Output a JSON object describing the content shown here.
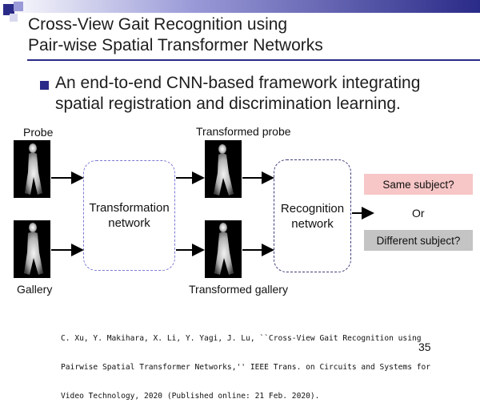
{
  "slide": {
    "title_line1": "Cross-View Gait Recognition using",
    "title_line2": "Pair-wise Spatial Transformer Networks",
    "bullet_line1": "An end-to-end CNN-based framework integrating",
    "bullet_line2": "spatial registration and discrimination learning.",
    "page_number": "35"
  },
  "diagram": {
    "probe_label": "Probe",
    "gallery_label": "Gallery",
    "transformed_probe_label": "Transformed probe",
    "transformed_gallery_label": "Transformed gallery",
    "transformation_network_line1": "Transformation",
    "transformation_network_line2": "network",
    "recognition_network_line1": "Recognition",
    "recognition_network_line2": "network",
    "output_same": "Same subject?",
    "output_or": "Or",
    "output_different": "Different subject?",
    "colors": {
      "same_box": "#f7c6c6",
      "different_box": "#c4c4c4",
      "transformation_border": "#7b7bd6",
      "recognition_border": "#3c3c78"
    }
  },
  "reference": {
    "line1": "C. Xu, Y. Makihara, X. Li, Y. Yagi, J. Lu, ``Cross-View Gait Recognition using",
    "line2": "Pairwise Spatial Transformer Networks,'' IEEE Trans. on Circuits and Systems for",
    "line3": "Video Technology, 2020 (Published online: 21 Feb. 2020)."
  }
}
